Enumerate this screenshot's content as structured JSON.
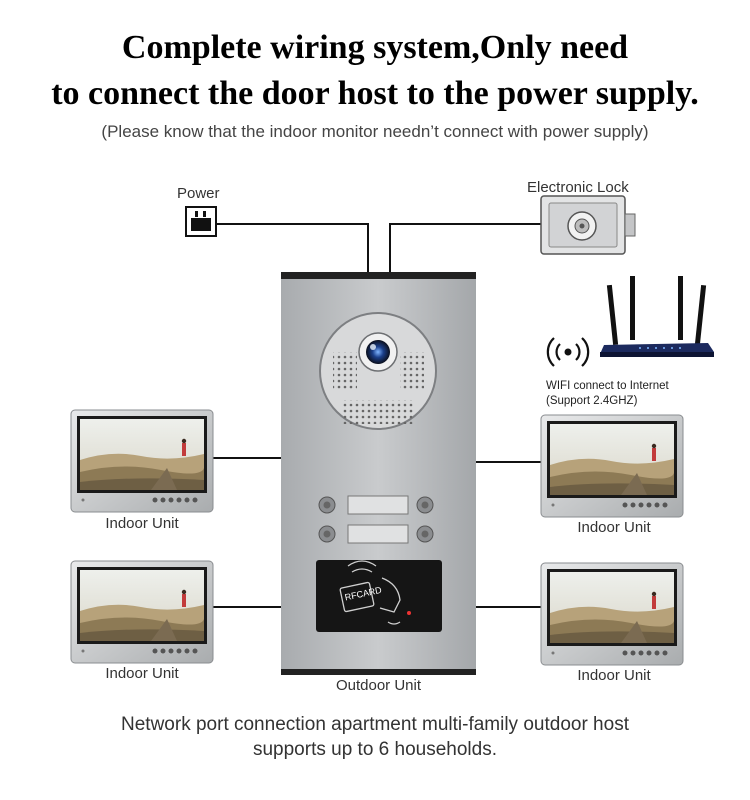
{
  "title": {
    "line1": "Complete wiring system,Only need",
    "line2": "to connect the door host to the power supply.",
    "subtitle": "(Please know that the indoor monitor needn’t connect with power supply)"
  },
  "labels": {
    "power": "Power",
    "electronic_lock": "Electronic Lock",
    "wifi_line1": "WIFI connect to Internet",
    "wifi_line2": "(Support 2.4GHZ)",
    "indoor_unit": "Indoor Unit",
    "outdoor_unit": "Outdoor Unit",
    "rfcard": "RFCARD"
  },
  "footer": {
    "line1": "Network port connection apartment multi-family outdoor host",
    "line2": "supports up to 6 households."
  },
  "colors": {
    "panel": "#b9bcbf",
    "wire": "#111111",
    "reader": "#151515",
    "router": "#1c2a5e"
  }
}
